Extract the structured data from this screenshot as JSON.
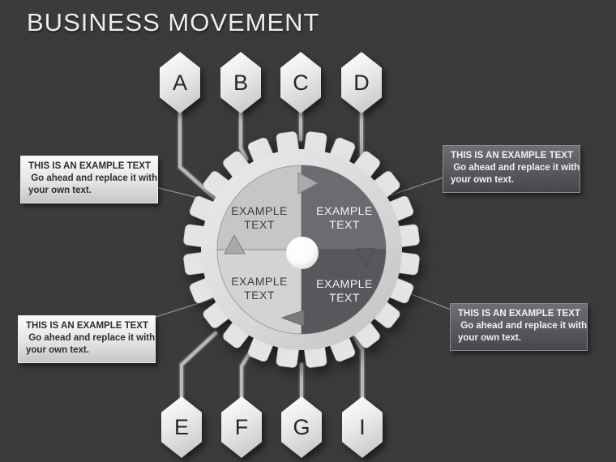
{
  "title": "BUSINESS MOVEMENT",
  "top_hexagons": [
    {
      "label": "A"
    },
    {
      "label": "B"
    },
    {
      "label": "C"
    },
    {
      "label": "D"
    }
  ],
  "bottom_hexagons": [
    {
      "label": "E"
    },
    {
      "label": "F"
    },
    {
      "label": "G"
    },
    {
      "label": "I"
    }
  ],
  "gear": {
    "icon": "gear-icon",
    "rotation": "clockwise",
    "quadrants": [
      {
        "position": "top-left",
        "line1": "EXAMPLE",
        "line2": "TEXT"
      },
      {
        "position": "top-right",
        "line1": "EXAMPLE",
        "line2": "TEXT"
      },
      {
        "position": "bottom-left",
        "line1": "EXAMPLE",
        "line2": "TEXT"
      },
      {
        "position": "bottom-right",
        "line1": "EXAMPLE",
        "line2": "TEXT"
      }
    ]
  },
  "callouts": {
    "top_left": {
      "line1": "THIS IS AN EXAMPLE TEXT",
      "line2": " Go ahead and replace it with",
      "line3": "your own text."
    },
    "top_right": {
      "line1": "THIS IS AN EXAMPLE TEXT",
      "line2": " Go ahead and replace it with",
      "line3": "your own text."
    },
    "bottom_left": {
      "line1": "THIS IS AN EXAMPLE TEXT",
      "line2": " Go ahead and replace it with",
      "line3": "your own text."
    },
    "bottom_right": {
      "line1": "THIS IS AN EXAMPLE TEXT",
      "line2": " Go ahead and replace it with",
      "line3": "your own text."
    }
  },
  "colors": {
    "background": "#3b3b3b",
    "title_text": "#ededed",
    "gear_body": "#d8d8d8",
    "quad_top_left": "#c6c6c6",
    "quad_top_right": "#6b6b70",
    "quad_bottom_left": "#d3d3d3",
    "quad_bottom_right": "#58585c",
    "callout_light_bg": "#e8e8e8",
    "callout_dark_bg": "#55555a",
    "connector": "#b4b4b4",
    "hub": "#ffffff"
  }
}
